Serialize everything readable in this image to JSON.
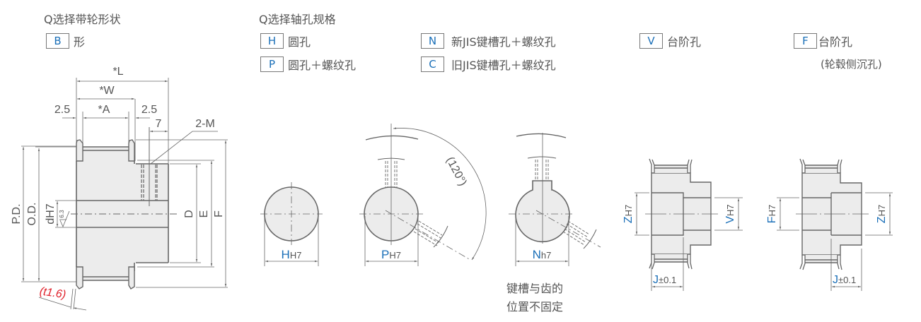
{
  "sections": {
    "belt_shape": {
      "heading": "Q选择带轮形状",
      "options": [
        {
          "code": "B",
          "label": "形"
        }
      ]
    },
    "bore_spec": {
      "heading": "Q选择轴孔规格",
      "options": [
        {
          "code": "H",
          "label": "圆孔"
        },
        {
          "code": "P",
          "label": "圆孔＋螺纹孔"
        },
        {
          "code": "N",
          "label": "新JIS键槽孔＋螺纹孔"
        },
        {
          "code": "C",
          "label": "旧JIS键槽孔＋螺纹孔"
        },
        {
          "code": "V",
          "label": "台阶孔"
        },
        {
          "code": "F",
          "label": "台阶孔",
          "sub_label": "(轮毂侧沉孔)"
        }
      ]
    }
  },
  "main_drawing": {
    "dims": {
      "L": "*L",
      "W": "*W",
      "A": "*A",
      "flange_left": "2.5",
      "flange_right": "2.5",
      "thread_pos": "7",
      "thread": "2-M",
      "pd": "P.D.",
      "od": "O.D.",
      "bore": "dH7",
      "roughness": "6.3",
      "D": "D",
      "E": "E",
      "F": "F",
      "flange_thickness": "(t1.6)"
    }
  },
  "bore_views": {
    "H": {
      "letter": "H",
      "tol": "H7"
    },
    "P": {
      "letter": "P",
      "tol": "H7",
      "angle": "(120°)"
    },
    "N": {
      "letter": "N",
      "tol": "h7",
      "note_line1": "键槽与齿的",
      "note_line2": "位置不固定"
    },
    "V": {
      "left_letter": "Z",
      "left_tol": "H7",
      "right_letter": "V",
      "right_tol": "H7",
      "j_letter": "J",
      "j_tol": "±0.1"
    },
    "F": {
      "left_letter": "F",
      "left_tol": "H7",
      "right_letter": "Z",
      "right_tol": "H7",
      "j_letter": "J",
      "j_tol": "±0.1"
    }
  },
  "colors": {
    "accent_blue": "#1a6fb8",
    "annotation_red": "#e0202a",
    "line_gray": "#666666",
    "fill_gray": "#ececec"
  }
}
